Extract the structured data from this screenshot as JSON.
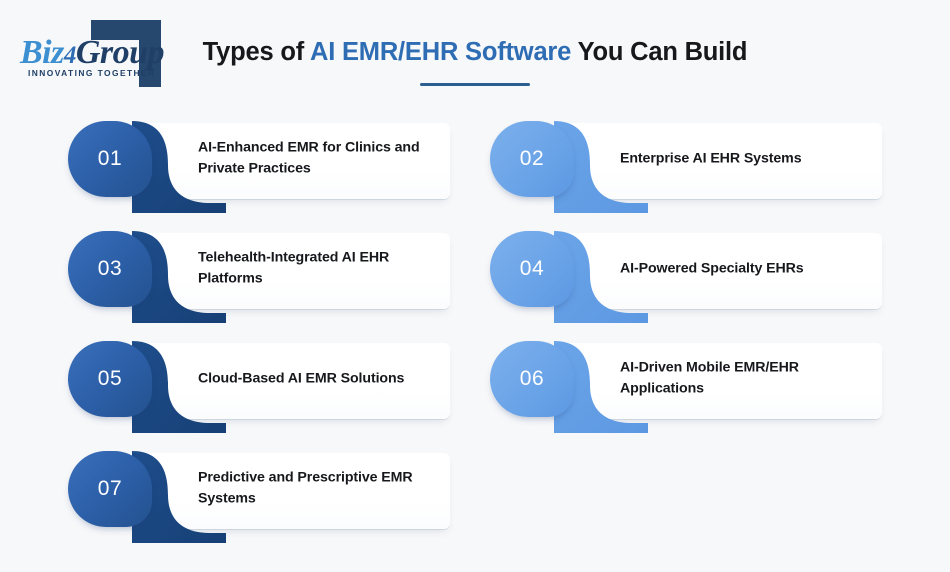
{
  "brand": {
    "wordmark_part1": "Biz",
    "wordmark_part2": "4",
    "wordmark_part3": "Group",
    "tagline": "INNOVATING TOGETHER",
    "bracket_color": "#27486e"
  },
  "header": {
    "title_prefix": "Types of ",
    "title_accent": "AI EMR/EHR Software",
    "title_suffix": " You Can Build",
    "accent_color": "#2e6db4",
    "rule_color": "#2a5f8f"
  },
  "colors": {
    "background": "#f7f8fa",
    "badge_dark": "#2b5ea6",
    "badge_light": "#6ba4e8",
    "ribbon_dark": "#1f4e8c",
    "ribbon_light": "#6ba4e8",
    "text": "#17181c"
  },
  "cards": [
    {
      "number": "01",
      "label": "AI-Enhanced EMR for Clinics and Private Practices",
      "column": "left",
      "row": 0,
      "tone": "dark"
    },
    {
      "number": "02",
      "label": "Enterprise AI EHR Systems",
      "column": "right",
      "row": 0,
      "tone": "light"
    },
    {
      "number": "03",
      "label": "Telehealth-Integrated AI EHR Platforms",
      "column": "left",
      "row": 1,
      "tone": "dark"
    },
    {
      "number": "04",
      "label": "AI-Powered Specialty EHRs",
      "column": "right",
      "row": 1,
      "tone": "light"
    },
    {
      "number": "05",
      "label": "Cloud-Based AI EMR Solutions",
      "column": "left",
      "row": 2,
      "tone": "dark"
    },
    {
      "number": "06",
      "label": "AI-Driven Mobile EMR/EHR Applications",
      "column": "right",
      "row": 2,
      "tone": "light"
    },
    {
      "number": "07",
      "label": "Predictive and Prescriptive EMR Systems",
      "column": "left",
      "row": 3,
      "tone": "dark"
    }
  ]
}
